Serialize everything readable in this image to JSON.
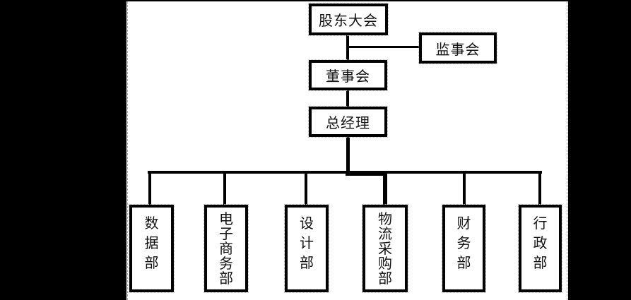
{
  "diagram": {
    "type": "org-chart",
    "nodes": {
      "shareholders_meeting": "股东大会",
      "supervisory_board": "监事会",
      "board_of_directors": "董事会",
      "general_manager": "总经理"
    },
    "departments": [
      "数据部",
      "电子商务部",
      "设计部",
      "物流采购部",
      "财务部",
      "行政部"
    ],
    "hierarchy": {
      "root": "股东大会",
      "edges": [
        [
          "股东大会",
          "董事会"
        ],
        [
          "股东大会",
          "监事会"
        ],
        [
          "董事会",
          "总经理"
        ],
        [
          "总经理",
          "数据部"
        ],
        [
          "总经理",
          "电子商务部"
        ],
        [
          "总经理",
          "设计部"
        ],
        [
          "总经理",
          "物流采购部"
        ],
        [
          "总经理",
          "财务部"
        ],
        [
          "总经理",
          "行政部"
        ]
      ]
    },
    "colors": {
      "surround": "#000000",
      "page": "#ffffff",
      "line": "#000000",
      "box_border": "#000000",
      "box_fill": "#ffffff",
      "text": "#111111"
    }
  }
}
